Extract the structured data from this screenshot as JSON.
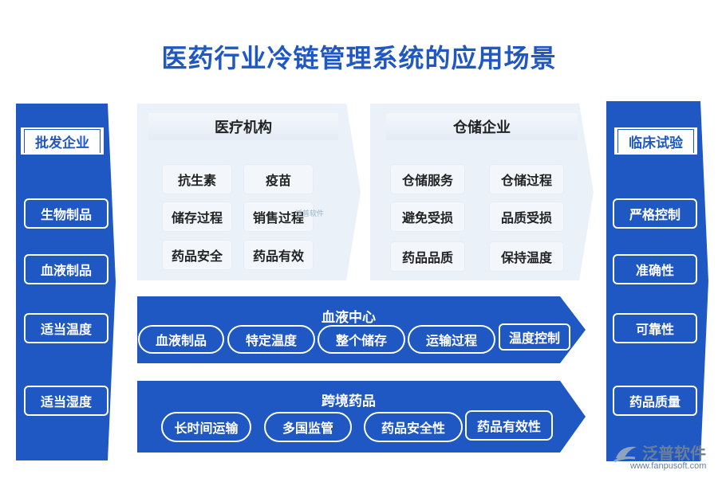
{
  "title": "医药行业冷链管理系统的应用场景",
  "left_column": {
    "heading": "批发企业",
    "items": [
      "生物制品",
      "血液制品",
      "适当温度",
      "适当湿度"
    ]
  },
  "right_column": {
    "heading": "临床试验",
    "items": [
      "严格控制",
      "准确性",
      "可靠性",
      "药品质量"
    ]
  },
  "medical_panel": {
    "heading": "医疗机构",
    "cells": [
      "抗生素",
      "疫苗",
      "储存过程",
      "销售过程",
      "药品安全",
      "药品有效"
    ]
  },
  "storage_panel": {
    "heading": "仓储企业",
    "cells": [
      "仓储服务",
      "仓储过程",
      "避免受损",
      "品质受损",
      "药品品质",
      "保持温度"
    ]
  },
  "blood_band": {
    "heading": "血液中心",
    "pills": [
      "血液制品",
      "特定温度",
      "整个储存",
      "运输过程",
      "温度控制"
    ]
  },
  "cross_band": {
    "heading": "跨境药品",
    "pills": [
      "长时间运输",
      "多国监管",
      "药品安全性",
      "药品有效性"
    ]
  },
  "watermark": {
    "brand": "泛普软件",
    "url": "www.fanpusoft.com",
    "mini": "泛普软件"
  },
  "colors": {
    "primary_blue": "#1f57c3",
    "panel_bg": "#eaf1f9",
    "white": "#ffffff"
  }
}
